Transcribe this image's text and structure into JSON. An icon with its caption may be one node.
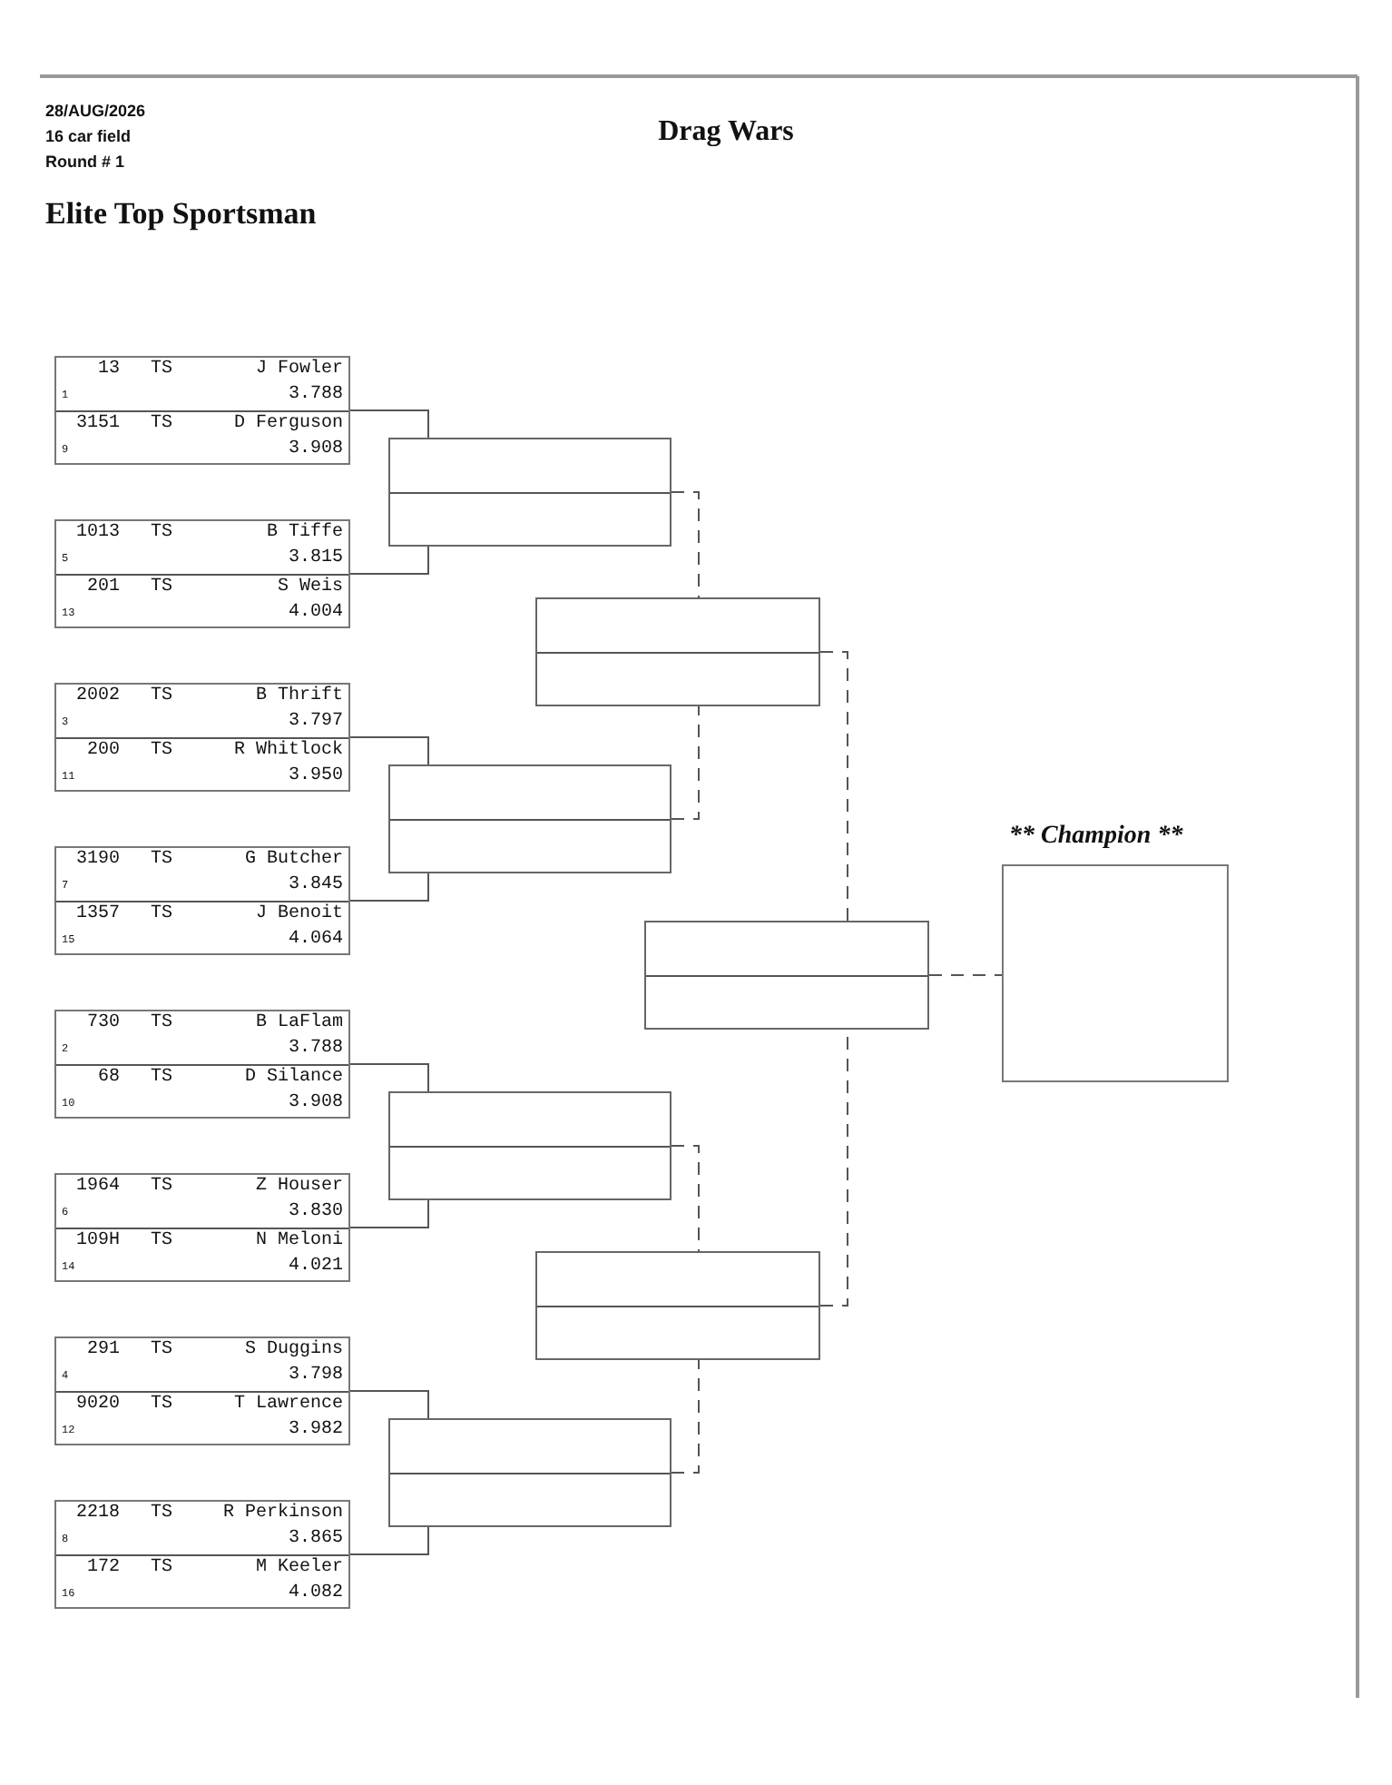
{
  "diagram": {
    "title": "Drag Wars",
    "nodes": [
      {
        "text": [],
        "shape": "box"
      },
      {
        "text": [
          "13",
          "TS",
          "J Fowler",
          "3.788",
          "1"
        ],
        "in": 0
      },
      {
        "text": [
          "3151",
          "TS",
          "D Ferguson",
          "3.908",
          "9"
        ],
        "in": 0
      },
      {
        "text": [],
        "shape": "box"
      },
      {
        "text": [
          "1013",
          "TS",
          "B Tiffe",
          "3.815",
          "5"
        ],
        "in": 3
      },
      {
        "text": [
          "201",
          "TS",
          "S Weis",
          "4.004",
          "13"
        ],
        "in": 3
      },
      {
        "text": [],
        "shape": "box"
      },
      {
        "text": [
          "2002",
          "TS",
          "B Thrift",
          "3.797",
          "3"
        ],
        "in": 6
      },
      {
        "text": [
          "200",
          "TS",
          "R Whitlock",
          "3.950",
          "11"
        ],
        "in": 6
      },
      {
        "text": [],
        "shape": "box"
      },
      {
        "text": [
          "3190",
          "TS",
          "G Butcher",
          "3.845",
          "7"
        ],
        "in": 9
      },
      {
        "text": [
          "1357",
          "TS",
          "J Benoit",
          "4.064",
          "15"
        ],
        "in": 9
      },
      {
        "text": [],
        "shape": "box"
      },
      {
        "text": [
          "730",
          "TS",
          "B LaFlam",
          "3.788",
          "2"
        ],
        "in": 12
      },
      {
        "text": [
          "68",
          "TS",
          "D Silance",
          "3.908",
          "10"
        ],
        "in": 12
      },
      {
        "text": [],
        "shape": "box"
      },
      {
        "text": [
          "1964",
          "TS",
          "Z Houser",
          "3.830",
          "6"
        ],
        "in": 15
      },
      {
        "text": [
          "109H",
          "TS",
          "N Meloni",
          "4.021",
          "14"
        ],
        "in": 15
      },
      {
        "text": [],
        "shape": "box"
      },
      {
        "text": [
          "291",
          "TS",
          "S Duggins",
          "3.798",
          "4"
        ],
        "in": 18
      },
      {
        "text": [
          "9020",
          "TS",
          "T Lawrence",
          "3.982",
          "12"
        ],
        "in": 18
      },
      {
        "text": [],
        "shape": "box"
      },
      {
        "text": [
          "2218",
          "TS",
          "R Perkinson",
          "3.865",
          "8"
        ],
        "in": 21
      },
      {
        "text": [
          "172",
          "TS",
          "M Keeler",
          "4.082",
          "16"
        ],
        "in": 21
      },
      {
        "text": [],
        "shape": "box"
      },
      {
        "text": [],
        "shape": "box"
      },
      {
        "text": [],
        "shape": "box"
      },
      {
        "text": [],
        "shape": "box"
      },
      {
        "text": [],
        "shape": "box"
      },
      {
        "text": [],
        "shape": "box"
      },
      {
        "text": [],
        "shape": "box"
      },
      {
        "text": [
          "** Champion **"
        ]
      }
    ],
    "edges": [
      {
        "from": 0,
        "to": 24,
        "arrow": "none"
      },
      {
        "from": 3,
        "to": 24,
        "arrow": "none"
      },
      {
        "from": 6,
        "to": 25,
        "arrow": "none"
      },
      {
        "from": 9,
        "to": 25,
        "arrow": "none"
      },
      {
        "from": 12,
        "to": 26,
        "arrow": "none"
      },
      {
        "from": 15,
        "to": 26,
        "arrow": "none"
      },
      {
        "from": 18,
        "to": 27,
        "arrow": "none"
      },
      {
        "from": 21,
        "to": 27,
        "arrow": "none"
      },
      {
        "from": 24,
        "to": 28,
        "arrow": "none",
        "style": "dashed"
      },
      {
        "from": 25,
        "to": 28,
        "arrow": "none",
        "style": "dashed"
      },
      {
        "from": 26,
        "to": 29,
        "arrow": "none",
        "style": "dashed"
      },
      {
        "from": 27,
        "to": 29,
        "arrow": "none",
        "style": "dashed"
      },
      {
        "from": 28,
        "to": 30,
        "arrow": "none",
        "style": "dashed"
      },
      {
        "from": 29,
        "to": 30,
        "arrow": "none",
        "style": "dashed"
      },
      {
        "from": 30,
        "to": 31,
        "arrow": "none",
        "style": "dashed"
      }
    ],
    "labels": [
      "28/AUG/2026",
      "16 car field",
      "Round # 1",
      "Elite Top Sportsman"
    ]
  }
}
